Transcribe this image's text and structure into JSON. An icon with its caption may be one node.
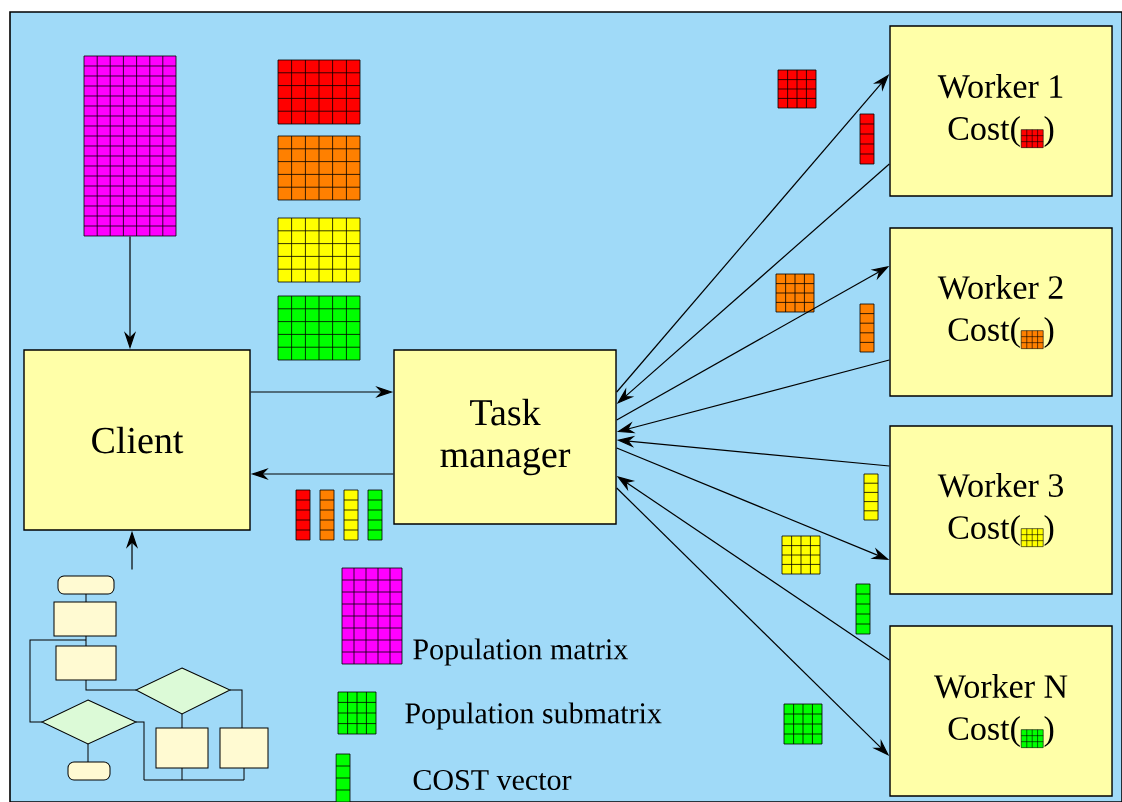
{
  "diagram": {
    "nodes": [
      {
        "text": [
          "Client"
        ]
      },
      {
        "text": [
          "Task manager"
        ]
      },
      {
        "text": [
          "Worker 1",
          "Cost(",
          ")"
        ]
      },
      {
        "text": [
          "Worker 2",
          "Cost(",
          ")"
        ]
      },
      {
        "text": [
          "Worker 3",
          "Cost(",
          ")"
        ]
      },
      {
        "text": [
          "Worker N",
          "Cost(",
          ")"
        ]
      },
      {
        "text": [],
        "shape": "picture"
      },
      {
        "text": [],
        "shape": "picture"
      }
    ],
    "edges": [
      {
        "from": 6,
        "to": 0,
        "arrow": "to"
      },
      {
        "from": 7,
        "to": 0,
        "arrow": "to"
      },
      {
        "from": 0,
        "to": 1,
        "arrow": "to"
      },
      {
        "from": 1,
        "to": 0,
        "arrow": "to"
      },
      {
        "from": 1,
        "to": 2,
        "arrow": "to"
      },
      {
        "from": 2,
        "to": 1,
        "arrow": "to"
      },
      {
        "from": 1,
        "to": 3,
        "arrow": "to"
      },
      {
        "from": 3,
        "to": 1,
        "arrow": "to"
      },
      {
        "from": 4,
        "to": 1,
        "arrow": "to"
      },
      {
        "from": 1,
        "to": 4,
        "arrow": "to"
      },
      {
        "from": 5,
        "to": 1,
        "arrow": "to"
      },
      {
        "from": 1,
        "to": 5,
        "arrow": "to"
      }
    ],
    "legend": [
      {
        "text": "Population matrix"
      },
      {
        "text": "Population submatrix"
      },
      {
        "text": "COST vector"
      }
    ]
  }
}
